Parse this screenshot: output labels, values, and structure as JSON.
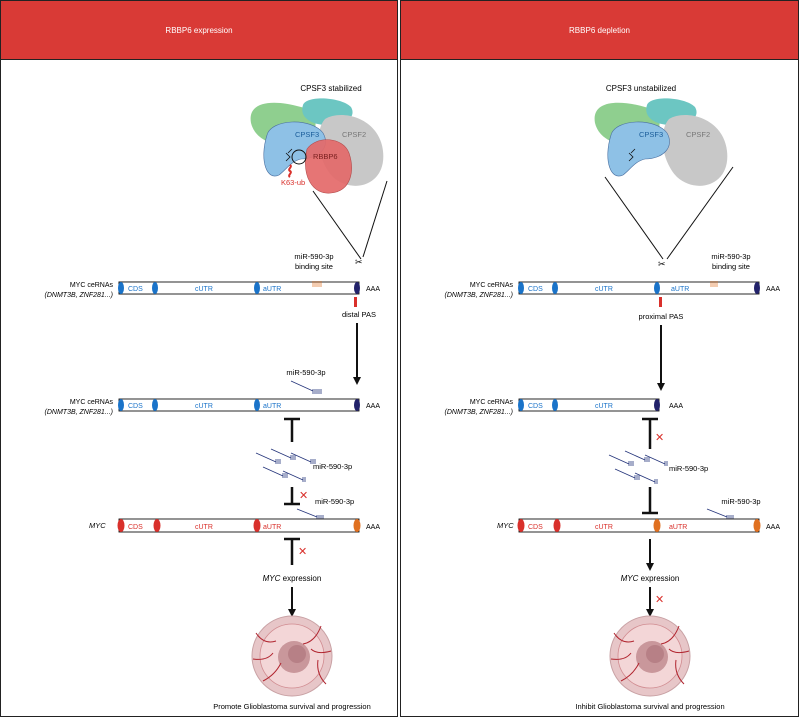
{
  "colors": {
    "header": "#d93a36",
    "blue_text": "#1a73c9",
    "red_text": "#d9302b",
    "cpsf3": "#8ec1e6",
    "cpsf2": "#c8c8c8",
    "rbbp6": "#e46a6a",
    "green": "#8fcf8f",
    "teal": "#6cc6c2"
  },
  "left": {
    "header": "RBBP6 expression",
    "complex_label": "CPSF3 stabilized",
    "cpsf3": "CPSF3",
    "cpsf2": "CPSF2",
    "rbbp6": "RBBP6",
    "k63": "K63-ub",
    "binding_site_1": "miR-590-3p",
    "binding_site_2": "binding site",
    "ce_label": "MYC ceRNAs",
    "ce_sub1": "DNMT3B",
    "ce_sub2": "ZNF281...",
    "cds": "CDS",
    "cutr": "cUTR",
    "autr": "aUTR",
    "polya": "AAA",
    "pas": "distal PAS",
    "mir": "miR-590-3p",
    "myc": "MYC",
    "myc_expr_gene": "MYC",
    "myc_expr_word": " expression",
    "outcome": "Promote Glioblastoma survival and progression"
  },
  "right": {
    "header": "RBBP6 depletion",
    "complex_label": "CPSF3 unstabilized",
    "cpsf3": "CPSF3",
    "cpsf2": "CPSF2",
    "binding_site_1": "miR-590-3p",
    "binding_site_2": "binding site",
    "ce_label": "MYC ceRNAs",
    "ce_sub1": "DNMT3B",
    "ce_sub2": "ZNF281...",
    "cds": "CDS",
    "cutr": "cUTR",
    "autr": "aUTR",
    "polya": "AAA",
    "pas": "proximal PAS",
    "mir": "miR-590-3p",
    "myc": "MYC",
    "myc_expr_gene": "MYC",
    "myc_expr_word": " expression",
    "outcome": "Inhibit Glioblastoma survival and progression"
  }
}
